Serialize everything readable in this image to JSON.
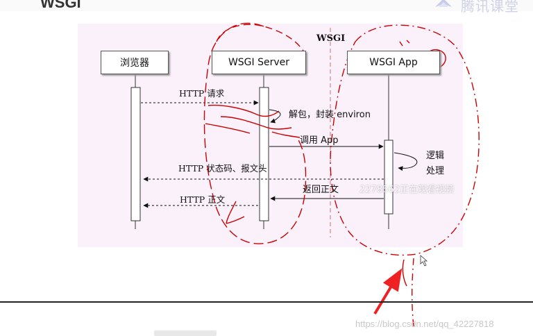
{
  "page": {
    "title": "WSGI"
  },
  "watermark_logo_text": "腾讯课堂",
  "diagram": {
    "section_label": "WSGI",
    "actors": {
      "browser": "浏览器",
      "server": "WSGI Server",
      "app": "WSGI App"
    },
    "messages": {
      "http_request": "HTTP 请求",
      "unpack": "解包，封装 environ",
      "call_app": "调用  App",
      "logic_line1": "逻辑",
      "logic_line2": "处理",
      "http_status": "HTTP 状态码、报文头",
      "return_body": "返回正文",
      "http_body": "HTTP 正文"
    }
  },
  "overlay": {
    "viewer_watermark": "2278562正在观看视频"
  },
  "footer": {
    "csdn_link": "https://blog.csdn.net/qq_42227818"
  },
  "colors": {
    "slide_background": "#fbf1fb",
    "annotation_red": "#cc0000",
    "arrow_red": "#ee2222",
    "divider_red": "#e08080"
  }
}
